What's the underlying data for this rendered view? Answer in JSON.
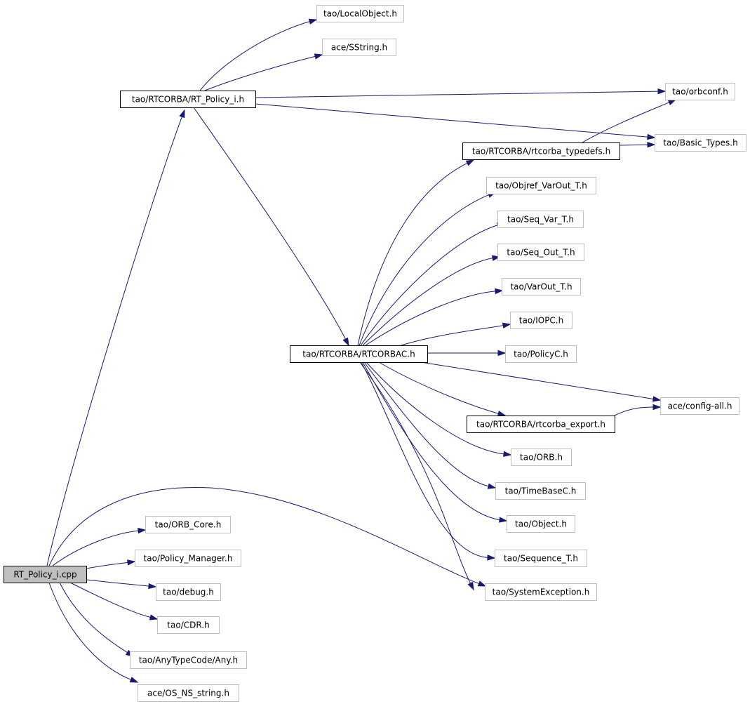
{
  "colors": {
    "edge": "#191970",
    "root_fill": "#bfbfbf",
    "documented_border": "#000000",
    "undocumented_border": "#bfbfbf"
  },
  "nodes": [
    {
      "id": "rt_policy_i_cpp",
      "label": "RT_Policy_i.cpp",
      "style": "root"
    },
    {
      "id": "rt_policy_i_h",
      "label": "tao/RTCORBA/RT_Policy_i.h",
      "style": "documented"
    },
    {
      "id": "localobject_h",
      "label": "tao/LocalObject.h",
      "style": "undocumented"
    },
    {
      "id": "sstring_h",
      "label": "ace/SString.h",
      "style": "undocumented"
    },
    {
      "id": "orbconf_h",
      "label": "tao/orbconf.h",
      "style": "undocumented"
    },
    {
      "id": "basic_types_h",
      "label": "tao/Basic_Types.h",
      "style": "undocumented"
    },
    {
      "id": "rtcorba_typedefs_h",
      "label": "tao/RTCORBA/rtcorba_typedefs.h",
      "style": "documented"
    },
    {
      "id": "objref_varout_t_h",
      "label": "tao/Objref_VarOut_T.h",
      "style": "undocumented"
    },
    {
      "id": "seq_var_t_h",
      "label": "tao/Seq_Var_T.h",
      "style": "undocumented"
    },
    {
      "id": "seq_out_t_h",
      "label": "tao/Seq_Out_T.h",
      "style": "undocumented"
    },
    {
      "id": "varout_t_h",
      "label": "tao/VarOut_T.h",
      "style": "undocumented"
    },
    {
      "id": "iopc_h",
      "label": "tao/IOPC.h",
      "style": "undocumented"
    },
    {
      "id": "rtcorbac_h",
      "label": "tao/RTCORBA/RTCORBAC.h",
      "style": "documented"
    },
    {
      "id": "policyc_h",
      "label": "tao/PolicyC.h",
      "style": "undocumented"
    },
    {
      "id": "config_all_h",
      "label": "ace/config-all.h",
      "style": "undocumented"
    },
    {
      "id": "rtcorba_export_h",
      "label": "tao/RTCORBA/rtcorba_export.h",
      "style": "documented"
    },
    {
      "id": "orb_h",
      "label": "tao/ORB.h",
      "style": "undocumented"
    },
    {
      "id": "timebasec_h",
      "label": "tao/TimeBaseC.h",
      "style": "undocumented"
    },
    {
      "id": "object_h",
      "label": "tao/Object.h",
      "style": "undocumented"
    },
    {
      "id": "sequence_t_h",
      "label": "tao/Sequence_T.h",
      "style": "undocumented"
    },
    {
      "id": "systemexception_h",
      "label": "tao/SystemException.h",
      "style": "undocumented"
    },
    {
      "id": "orb_core_h",
      "label": "tao/ORB_Core.h",
      "style": "undocumented"
    },
    {
      "id": "policy_manager_h",
      "label": "tao/Policy_Manager.h",
      "style": "undocumented"
    },
    {
      "id": "debug_h",
      "label": "tao/debug.h",
      "style": "undocumented"
    },
    {
      "id": "cdr_h",
      "label": "tao/CDR.h",
      "style": "undocumented"
    },
    {
      "id": "any_h",
      "label": "tao/AnyTypeCode/Any.h",
      "style": "undocumented"
    },
    {
      "id": "os_ns_string_h",
      "label": "ace/OS_NS_string.h",
      "style": "undocumented"
    }
  ],
  "edges": [
    {
      "from": "rt_policy_i_cpp",
      "to": "rt_policy_i_h"
    },
    {
      "from": "rt_policy_i_cpp",
      "to": "systemexception_h"
    },
    {
      "from": "rt_policy_i_cpp",
      "to": "orb_core_h"
    },
    {
      "from": "rt_policy_i_cpp",
      "to": "policy_manager_h"
    },
    {
      "from": "rt_policy_i_cpp",
      "to": "debug_h"
    },
    {
      "from": "rt_policy_i_cpp",
      "to": "cdr_h"
    },
    {
      "from": "rt_policy_i_cpp",
      "to": "any_h"
    },
    {
      "from": "rt_policy_i_cpp",
      "to": "os_ns_string_h"
    },
    {
      "from": "rt_policy_i_h",
      "to": "localobject_h"
    },
    {
      "from": "rt_policy_i_h",
      "to": "sstring_h"
    },
    {
      "from": "rt_policy_i_h",
      "to": "orbconf_h"
    },
    {
      "from": "rt_policy_i_h",
      "to": "basic_types_h"
    },
    {
      "from": "rt_policy_i_h",
      "to": "rtcorbac_h"
    },
    {
      "from": "rtcorba_typedefs_h",
      "to": "orbconf_h"
    },
    {
      "from": "rtcorba_typedefs_h",
      "to": "basic_types_h"
    },
    {
      "from": "rtcorbac_h",
      "to": "rtcorba_typedefs_h"
    },
    {
      "from": "rtcorbac_h",
      "to": "objref_varout_t_h"
    },
    {
      "from": "rtcorbac_h",
      "to": "seq_var_t_h"
    },
    {
      "from": "rtcorbac_h",
      "to": "seq_out_t_h"
    },
    {
      "from": "rtcorbac_h",
      "to": "varout_t_h"
    },
    {
      "from": "rtcorbac_h",
      "to": "iopc_h"
    },
    {
      "from": "rtcorbac_h",
      "to": "policyc_h"
    },
    {
      "from": "rtcorbac_h",
      "to": "config_all_h"
    },
    {
      "from": "rtcorbac_h",
      "to": "rtcorba_export_h"
    },
    {
      "from": "rtcorbac_h",
      "to": "orb_h"
    },
    {
      "from": "rtcorbac_h",
      "to": "timebasec_h"
    },
    {
      "from": "rtcorbac_h",
      "to": "object_h"
    },
    {
      "from": "rtcorbac_h",
      "to": "sequence_t_h"
    },
    {
      "from": "rtcorbac_h",
      "to": "systemexception_h"
    },
    {
      "from": "rtcorba_export_h",
      "to": "config_all_h"
    }
  ]
}
